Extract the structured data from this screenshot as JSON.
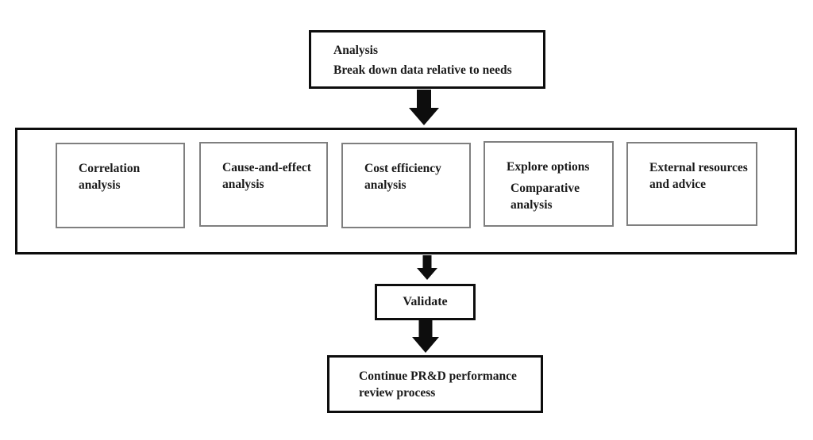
{
  "colors": {
    "outer_border": "#0d0d0d",
    "inner_border": "#7f7f7f",
    "arrow": "#0d0d0d",
    "background": "#ffffff",
    "text": "#1a1a1a"
  },
  "flowchart": {
    "analysis_box": {
      "text": "Analysis\nBreak down data relative to needs"
    },
    "stage_boxes": [
      {
        "text": "Correlation\nanalysis"
      },
      {
        "text": "Cause-and-effect\nanalysis"
      },
      {
        "text": "Cost efficiency\nanalysis"
      },
      {
        "text": "Explore options",
        "text2": "Comparative\nanalysis"
      },
      {
        "text": "External resources\nand advice"
      }
    ],
    "validate_box": {
      "text": "Validate"
    },
    "continue_box": {
      "text": "Continue PR&D performance\nreview process"
    }
  }
}
